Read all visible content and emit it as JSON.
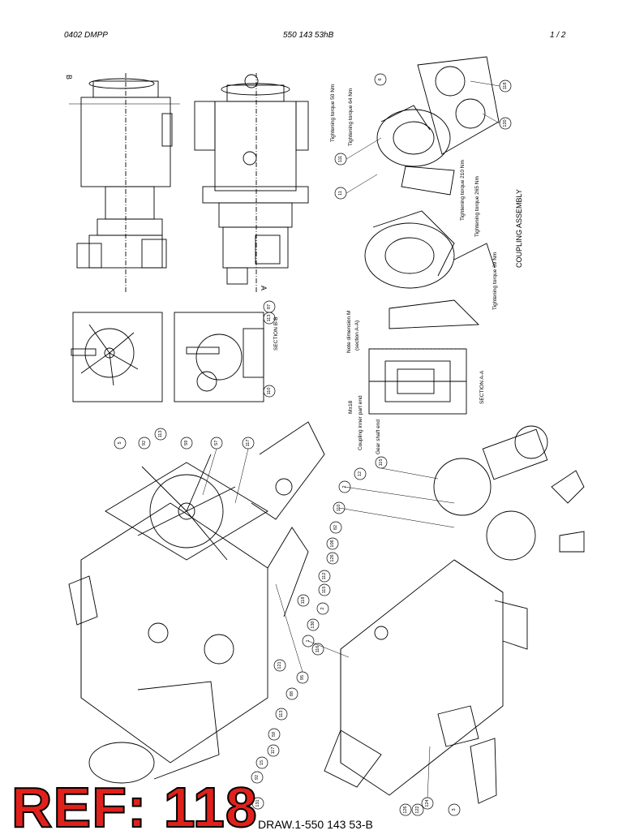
{
  "header": {
    "doc_id": "0402 DMPP",
    "part_number": "550 143 53hB",
    "page": "1 /  2"
  },
  "drawing_labels": {
    "coupling_assembly": "COUPLING ASSEMBLY",
    "section_aa": "SECTION A-A",
    "section_bb": "SECTION B-B",
    "note": "Note dimension M",
    "note_sub": "(section A-A)",
    "torque_64": "Tightening torque 64 Nm",
    "torque_50": "Tightening torque 50 Nm",
    "torque_210": "Tightening torque 210 Nm",
    "torque_265": "Tightening torque 265 Nm",
    "torque_69": "Tightening torque 69 Nm",
    "m_dim": "M±18",
    "coupling_inner": "Coupling inner part end",
    "gear_shaft_end": "Gear shaft end",
    "label_a": "A",
    "label_b": "B"
  },
  "callouts": [
    "118",
    "120",
    "111",
    "11",
    "6",
    "87",
    "113",
    "110",
    "5",
    "92",
    "113",
    "S9",
    "S7",
    "117",
    "95",
    "88",
    "113",
    "59",
    "15",
    "92",
    "1",
    "130",
    "2",
    "115",
    "112",
    "126",
    "106",
    "82",
    "110",
    "2",
    "12",
    "115",
    "118",
    "116",
    "124",
    "122",
    "126",
    "3",
    "131",
    "117",
    "121",
    "113",
    "88",
    "18",
    "7",
    "95",
    "68"
  ],
  "ref_label": "REF: 118",
  "drawing_number": "DRAW.1-550 143 53-B"
}
